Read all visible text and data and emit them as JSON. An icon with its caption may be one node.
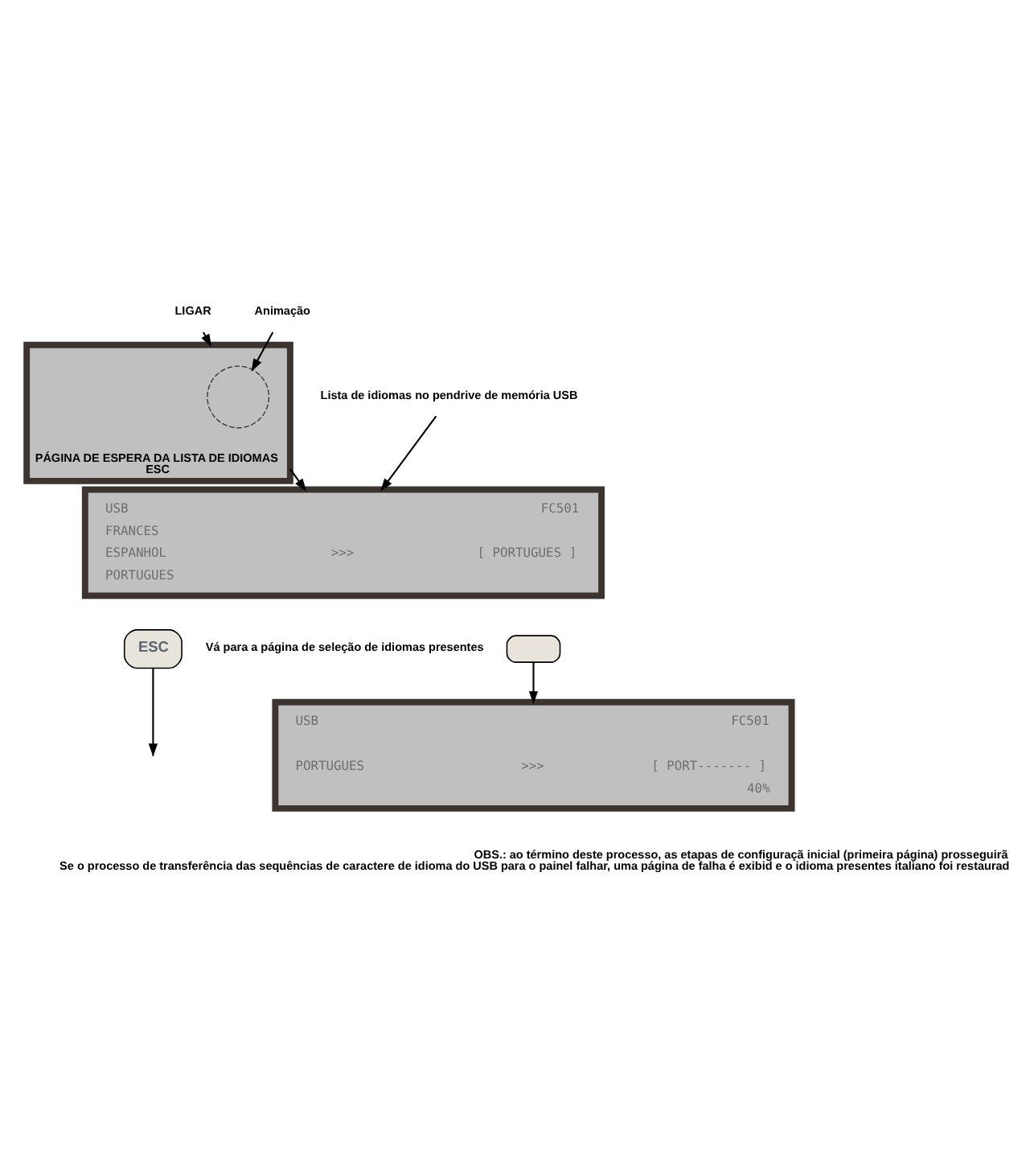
{
  "diagram": {
    "nodes": [
      {
        "text": [
          "LIGAR"
        ]
      },
      {
        "text": [
          "PÁGINA DE ESPERA DA LISTA DE IDIOMAS",
          "ESC"
        ]
      },
      {
        "text": [],
        "shape": "circle",
        "in": 1
      },
      {
        "text": [
          "Animação"
        ]
      },
      {
        "text": [
          "Lista de idiomas no pendrive de memória USB"
        ]
      },
      {
        "text": [
          "USB",
          "FC501",
          "FRANCES",
          "ESPANHOL",
          ">>>",
          "[ PORTUGUES ]",
          "PORTUGUES"
        ]
      },
      {
        "text": [
          "ESC"
        ],
        "beside": [
          "Vá para a página de seleção de idiomas presentes"
        ]
      },
      {
        "text": [],
        "shape": "box"
      },
      {
        "text": [
          "USB",
          "FC501",
          "PORTUGUES",
          ">>>",
          "[ PORT------- ]",
          "40%"
        ]
      }
    ],
    "edges": [
      {
        "from": 0,
        "to": 1,
        "arrow": "to"
      },
      {
        "from": 3,
        "to": 2,
        "arrow": "to"
      },
      {
        "from": 1,
        "to": 5,
        "arrow": "to"
      },
      {
        "from": 4,
        "to": 5,
        "arrow": "to"
      },
      {
        "from": 6,
        "to": null,
        "arrow": "to"
      },
      {
        "from": 7,
        "to": 8,
        "arrow": "to"
      }
    ],
    "labels": [
      "OBS.: ao término deste processo, as etapas de configuraçã inicial (primeira página) prosseguirã",
      "Se o processo de transferência das sequências de caractere de idioma do USB para o painel falhar, uma página de falha é exibid e o idioma presentes italiano foi restaurad"
    ]
  }
}
